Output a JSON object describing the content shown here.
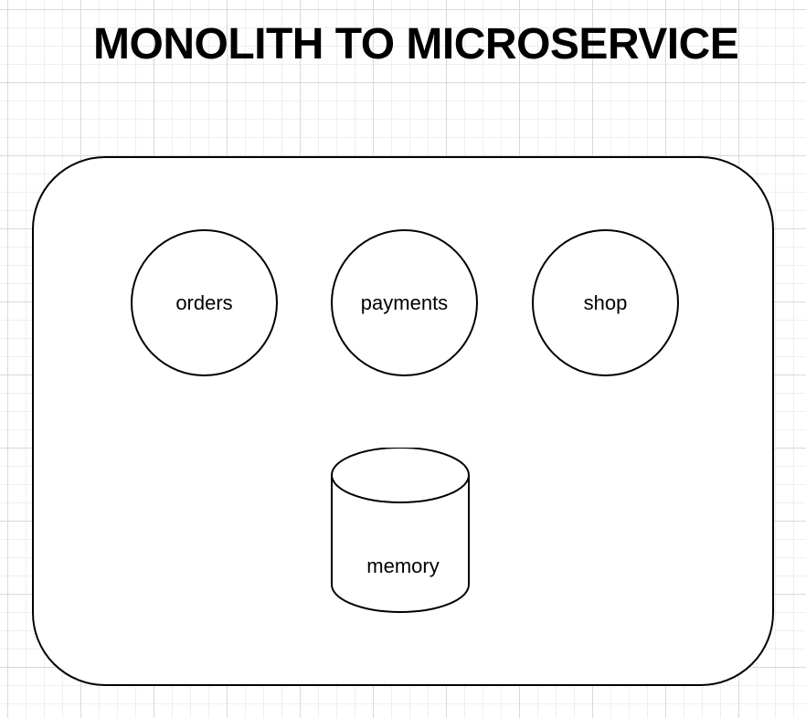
{
  "title": "MONOLITH TO MICROSERVICE",
  "monolith": {
    "services": [
      {
        "label": "orders"
      },
      {
        "label": "payments"
      },
      {
        "label": "shop"
      }
    ],
    "database": {
      "label": "memory",
      "icon": "cylinder-database-icon"
    }
  },
  "colors": {
    "stroke": "#000000",
    "fill": "#ffffff",
    "grid_major": "#d9d9d9",
    "grid_minor": "#efefef"
  }
}
